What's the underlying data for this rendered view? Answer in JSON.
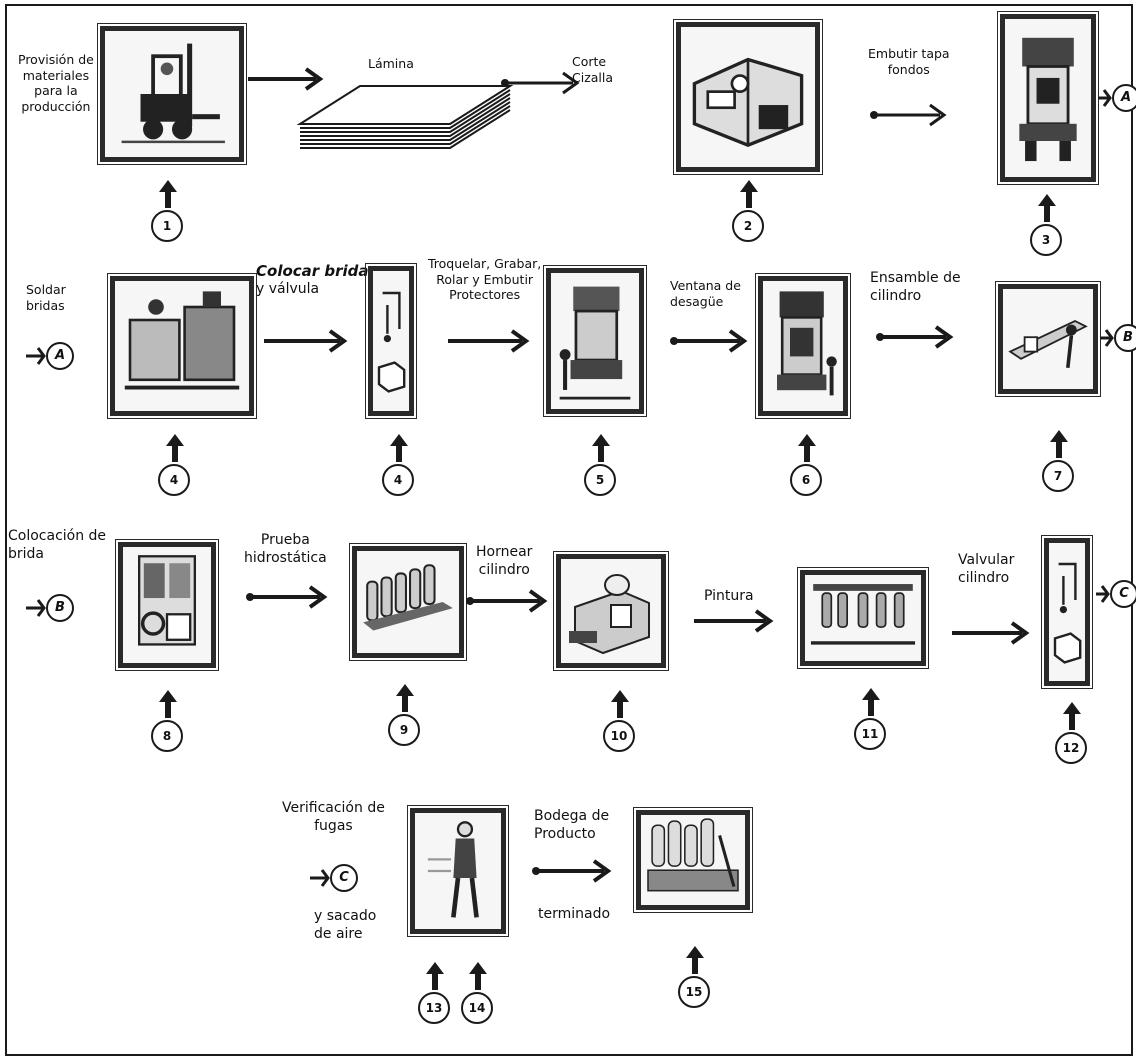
{
  "diagram": {
    "steps": {
      "provision": [
        "Provisión de",
        "materiales",
        "para la",
        "producción"
      ],
      "lamina": "Lámina",
      "corte": [
        "Corte",
        "Cizalla"
      ],
      "embutir": [
        "Embutir tapa",
        "fondos"
      ],
      "soldar": [
        "Soldar",
        "bridas"
      ],
      "colocar_brida": [
        "Colocar brida",
        "y válvula"
      ],
      "troquelar": [
        "Troquelar, Grabar,",
        "Rolar y Embutir",
        "Protectores"
      ],
      "ventana": [
        "Ventana de",
        "desagüe"
      ],
      "ensamble": [
        "Ensamble de",
        "cilindro"
      ],
      "colocacion": [
        "Colocación de",
        "brida"
      ],
      "prueba": [
        "Prueba",
        "hidrostática"
      ],
      "hornear": [
        "Hornear",
        "cilindro"
      ],
      "pintura": "Pintura",
      "valvular": [
        "Valvular",
        "cilindro"
      ],
      "verificacion": [
        "Verificación de",
        "fugas"
      ],
      "sacado": [
        "y sacado",
        "de aire"
      ],
      "bodega": [
        "Bodega de",
        "Producto"
      ],
      "terminado": "terminado"
    },
    "markers": {
      "m1": "1",
      "m2": "2",
      "m3": "3",
      "m4a": "4",
      "m4b": "4",
      "m5": "5",
      "m6": "6",
      "m7": "7",
      "m8": "8",
      "m9": "9",
      "m10": "10",
      "m11": "11",
      "m12": "12",
      "m13": "13",
      "m14": "14",
      "m15": "15"
    },
    "connectors": {
      "A": "A",
      "B": "B",
      "C": "C"
    },
    "colors": {
      "ink": "#1a1a1a",
      "frame": "#2a2a2a",
      "paper": "#ffffff"
    }
  }
}
